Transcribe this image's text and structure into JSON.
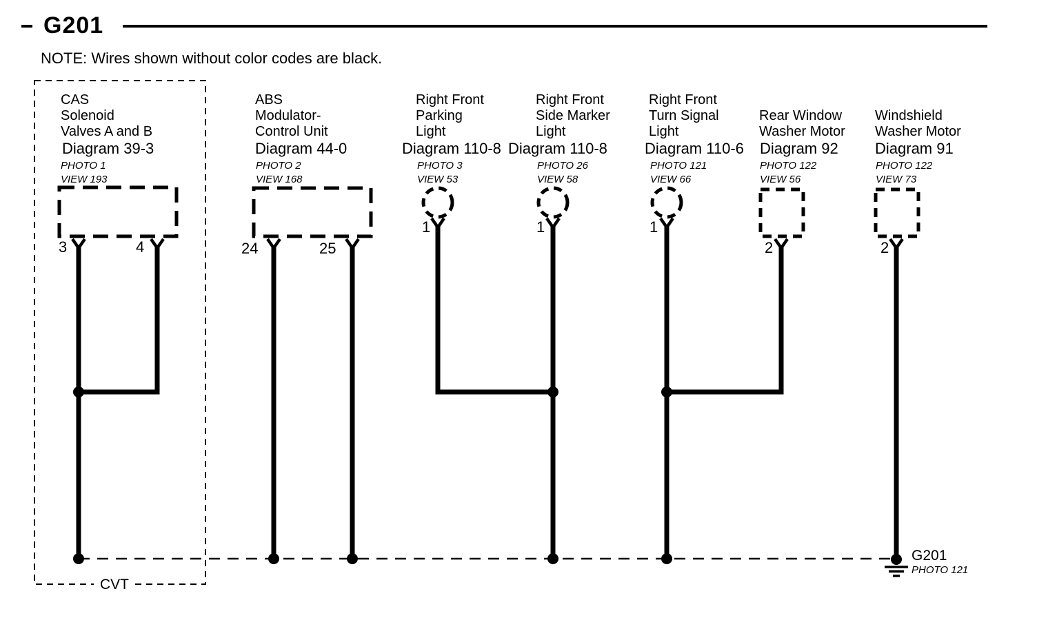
{
  "header": {
    "title": "G201"
  },
  "note": "NOTE: Wires shown without color codes are black.",
  "cvt_label": "CVT",
  "ground": {
    "label": "G201",
    "photo": "PHOTO 121"
  },
  "components": [
    {
      "id": "cas-solenoid-valves",
      "lines": [
        "CAS",
        "Solenoid",
        "Valves A and B"
      ],
      "diagram": "Diagram 39-3",
      "photo": "PHOTO 1",
      "view": "VIEW 193",
      "pins": [
        "3",
        "4"
      ]
    },
    {
      "id": "abs-modulator-control-unit",
      "lines": [
        "ABS",
        "Modulator-",
        "Control Unit"
      ],
      "diagram": "Diagram 44-0",
      "photo": "PHOTO 2",
      "view": "VIEW 168",
      "pins": [
        "24",
        "25"
      ]
    },
    {
      "id": "right-front-parking-light",
      "lines": [
        "Right Front",
        "Parking",
        "Light"
      ],
      "diagram": "Diagram 110-8",
      "photo": "PHOTO 3",
      "view": "VIEW 53",
      "pins": [
        "1"
      ]
    },
    {
      "id": "right-front-side-marker-light",
      "lines": [
        "Right Front",
        "Side Marker",
        "Light"
      ],
      "diagram": "Diagram 110-8",
      "photo": "PHOTO 26",
      "view": "VIEW 58",
      "pins": [
        "1"
      ]
    },
    {
      "id": "right-front-turn-signal-light",
      "lines": [
        "Right Front",
        "Turn Signal",
        "Light"
      ],
      "diagram": "Diagram 110-6",
      "photo": "PHOTO 121",
      "view": "VIEW 66",
      "pins": [
        "1"
      ]
    },
    {
      "id": "rear-window-washer-motor",
      "lines": [
        "Rear Window",
        "Washer Motor"
      ],
      "diagram": "Diagram 92",
      "photo": "PHOTO 122",
      "view": "VIEW 56",
      "pins": [
        "2"
      ]
    },
    {
      "id": "windshield-washer-motor",
      "lines": [
        "Windshield",
        "Washer Motor"
      ],
      "diagram": "Diagram 91",
      "photo": "PHOTO 122",
      "view": "VIEW 73",
      "pins": [
        "2"
      ]
    }
  ]
}
